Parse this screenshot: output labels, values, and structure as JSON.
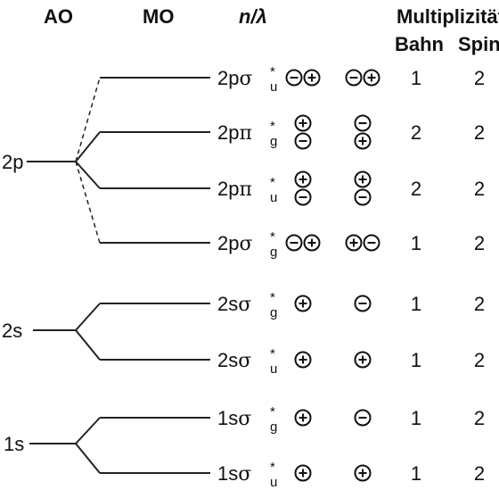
{
  "headers": {
    "ao": "AO",
    "mo": "MO",
    "nl": "n/λ",
    "multiplicity": "Multiplizität",
    "bahn": "Bahn",
    "spin": "Spin"
  },
  "ao_levels": [
    {
      "label": "2p"
    },
    {
      "label": "2s"
    },
    {
      "label": "1s"
    }
  ],
  "mo_levels": [
    {
      "n": "2p",
      "sym": "σ",
      "sub": "u",
      "sup": "*",
      "left": "lobes-x",
      "right": "lobes-x-flip",
      "bahn": "1",
      "spin": "2",
      "dashed": true
    },
    {
      "n": "2p",
      "sym": "π",
      "sub": "g",
      "sup": "*",
      "left": "lobes-y",
      "right": "lobes-y-flip",
      "bahn": "2",
      "spin": "2",
      "dashed": false
    },
    {
      "n": "2p",
      "sym": "π",
      "sub": "u",
      "sup": "*",
      "left": "lobes-y",
      "right": "lobes-y",
      "bahn": "2",
      "spin": "2",
      "dashed": false
    },
    {
      "n": "2p",
      "sym": "σ",
      "sub": "g",
      "sup": "*",
      "left": "lobes-x",
      "right": "lobes-x-inverse",
      "bahn": "1",
      "spin": "2",
      "dashed": true
    },
    {
      "n": "2s",
      "sym": "σ",
      "sub": "g",
      "sup": "*",
      "left": "plus",
      "right": "minus",
      "bahn": "1",
      "spin": "2",
      "dashed": false
    },
    {
      "n": "2s",
      "sym": "σ",
      "sub": "u",
      "sup": "*",
      "left": "plus",
      "right": "plus",
      "bahn": "1",
      "spin": "2",
      "dashed": false
    },
    {
      "n": "1s",
      "sym": "σ",
      "sub": "g",
      "sup": "*",
      "left": "plus",
      "right": "minus",
      "bahn": "1",
      "spin": "2",
      "dashed": false
    },
    {
      "n": "1s",
      "sym": "σ",
      "sub": "u",
      "sup": "*",
      "left": "plus",
      "right": "plus",
      "bahn": "1",
      "spin": "2",
      "dashed": false
    }
  ]
}
